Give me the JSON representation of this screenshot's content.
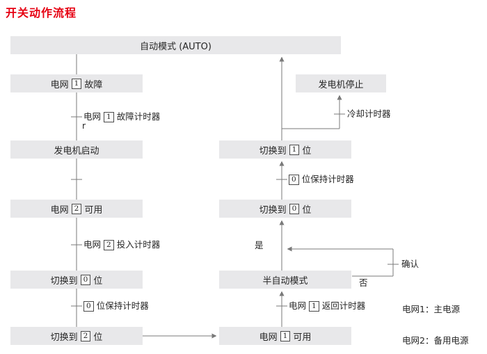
{
  "title": "开关动作流程",
  "colors": {
    "title_red": "#e60012",
    "node_fill": "#e8e8ea",
    "line_gray": "#7a7a7a"
  },
  "boxes": {
    "auto_mode": {
      "label": "自动模式 (AUTO)"
    },
    "grid1_fault": {
      "pre": "电网",
      "digit": "1",
      "post": "故障"
    },
    "gen_start": {
      "label": "发电机启动"
    },
    "grid2_avail": {
      "pre": "电网",
      "digit": "2",
      "post": "可用"
    },
    "switch0_left": {
      "pre": "切换到",
      "digit": "0",
      "post": "位"
    },
    "switch2_left": {
      "pre": "切换到",
      "digit": "2",
      "post": "位"
    },
    "gen_stop": {
      "label": "发电机停止"
    },
    "switch1_right": {
      "pre": "切换到",
      "digit": "1",
      "post": "位"
    },
    "switch0_right": {
      "pre": "切换到",
      "digit": "0",
      "post": "位"
    },
    "semi_auto": {
      "label": "半自动模式"
    },
    "grid1_avail": {
      "pre": "电网",
      "digit": "1",
      "post": "可用"
    }
  },
  "labels": {
    "grid1_fault_timer": {
      "pre": "电网",
      "digit": "1",
      "post": "故障计时器"
    },
    "stray_r": "r",
    "grid2_close_timer": {
      "pre": "电网",
      "digit": "2",
      "post": "投入计时器"
    },
    "pos0_hold_timer_left": {
      "digit": "0",
      "post": "位保持计时器"
    },
    "pos0_hold_timer_right": {
      "digit": "0",
      "post": "位保持计时器"
    },
    "cooldown_timer": "冷却计时器",
    "grid1_return_timer": {
      "pre": "电网",
      "digit": "1",
      "post": "返回计时器"
    },
    "yes": "是",
    "no": "否",
    "confirm": "确认"
  },
  "legend": {
    "grid1": "电网1：主电源",
    "grid2": "电网2：备用电源"
  }
}
